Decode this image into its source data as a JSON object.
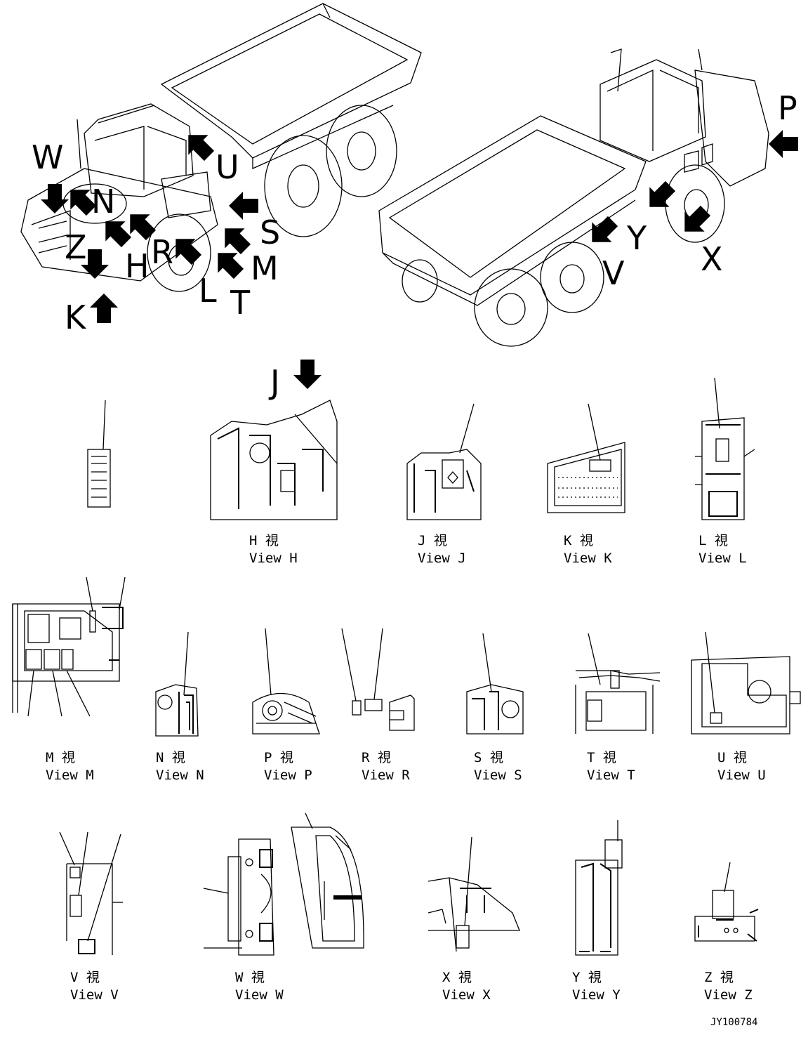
{
  "arrow_letters": {
    "W": "W",
    "N": "N",
    "Z": "Z",
    "H": "H",
    "R": "R",
    "K": "K",
    "L": "L",
    "T": "T",
    "M": "M",
    "S": "S",
    "U": "U",
    "P": "P",
    "Y": "Y",
    "X": "X",
    "V": "V",
    "J": "J"
  },
  "views": {
    "H": {
      "jp": "H 視",
      "en": "View H"
    },
    "J": {
      "jp": "J 視",
      "en": "View J"
    },
    "K": {
      "jp": "K 視",
      "en": "View K"
    },
    "L": {
      "jp": "L 視",
      "en": "View L"
    },
    "M": {
      "jp": "M 視",
      "en": "View M"
    },
    "N": {
      "jp": "N 視",
      "en": "View N"
    },
    "P": {
      "jp": "P 視",
      "en": "View P"
    },
    "R": {
      "jp": "R 視",
      "en": "View R"
    },
    "S": {
      "jp": "S 視",
      "en": "View S"
    },
    "T": {
      "jp": "T 視",
      "en": "View T"
    },
    "U": {
      "jp": "U 視",
      "en": "View U"
    },
    "V": {
      "jp": "V 視",
      "en": "View V"
    },
    "W": {
      "jp": "W 視",
      "en": "View W"
    },
    "X": {
      "jp": "X 視",
      "en": "View X"
    },
    "Y": {
      "jp": "Y 視",
      "en": "View Y"
    },
    "Z": {
      "jp": "Z 視",
      "en": "View Z"
    }
  },
  "drawing_code": "JY100784"
}
